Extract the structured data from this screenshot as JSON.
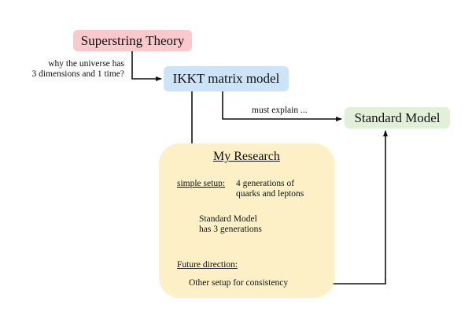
{
  "nodes": {
    "superstring": {
      "label": "Superstring Theory",
      "color": "#f9c9cc"
    },
    "ikkt": {
      "label": "IKKT matrix model",
      "color": "#cce3f8"
    },
    "standard_model": {
      "label": "Standard Model",
      "color": "#e2efd9"
    },
    "research": {
      "color": "#fdf0c6",
      "title": "My Research",
      "simple_setup_label": "simple setup:",
      "simple_setup_text": [
        "4 generations of",
        "quarks and leptons"
      ],
      "sm_note": [
        "Standard Model",
        "has 3 generations"
      ],
      "future_label": "Future direction:",
      "future_text": "Other setup for consistency"
    }
  },
  "edges": {
    "superstring_to_ikkt": [
      "why the universe has",
      "3 dimensions and 1 time?"
    ],
    "ikkt_to_sm": "must explain ..."
  }
}
